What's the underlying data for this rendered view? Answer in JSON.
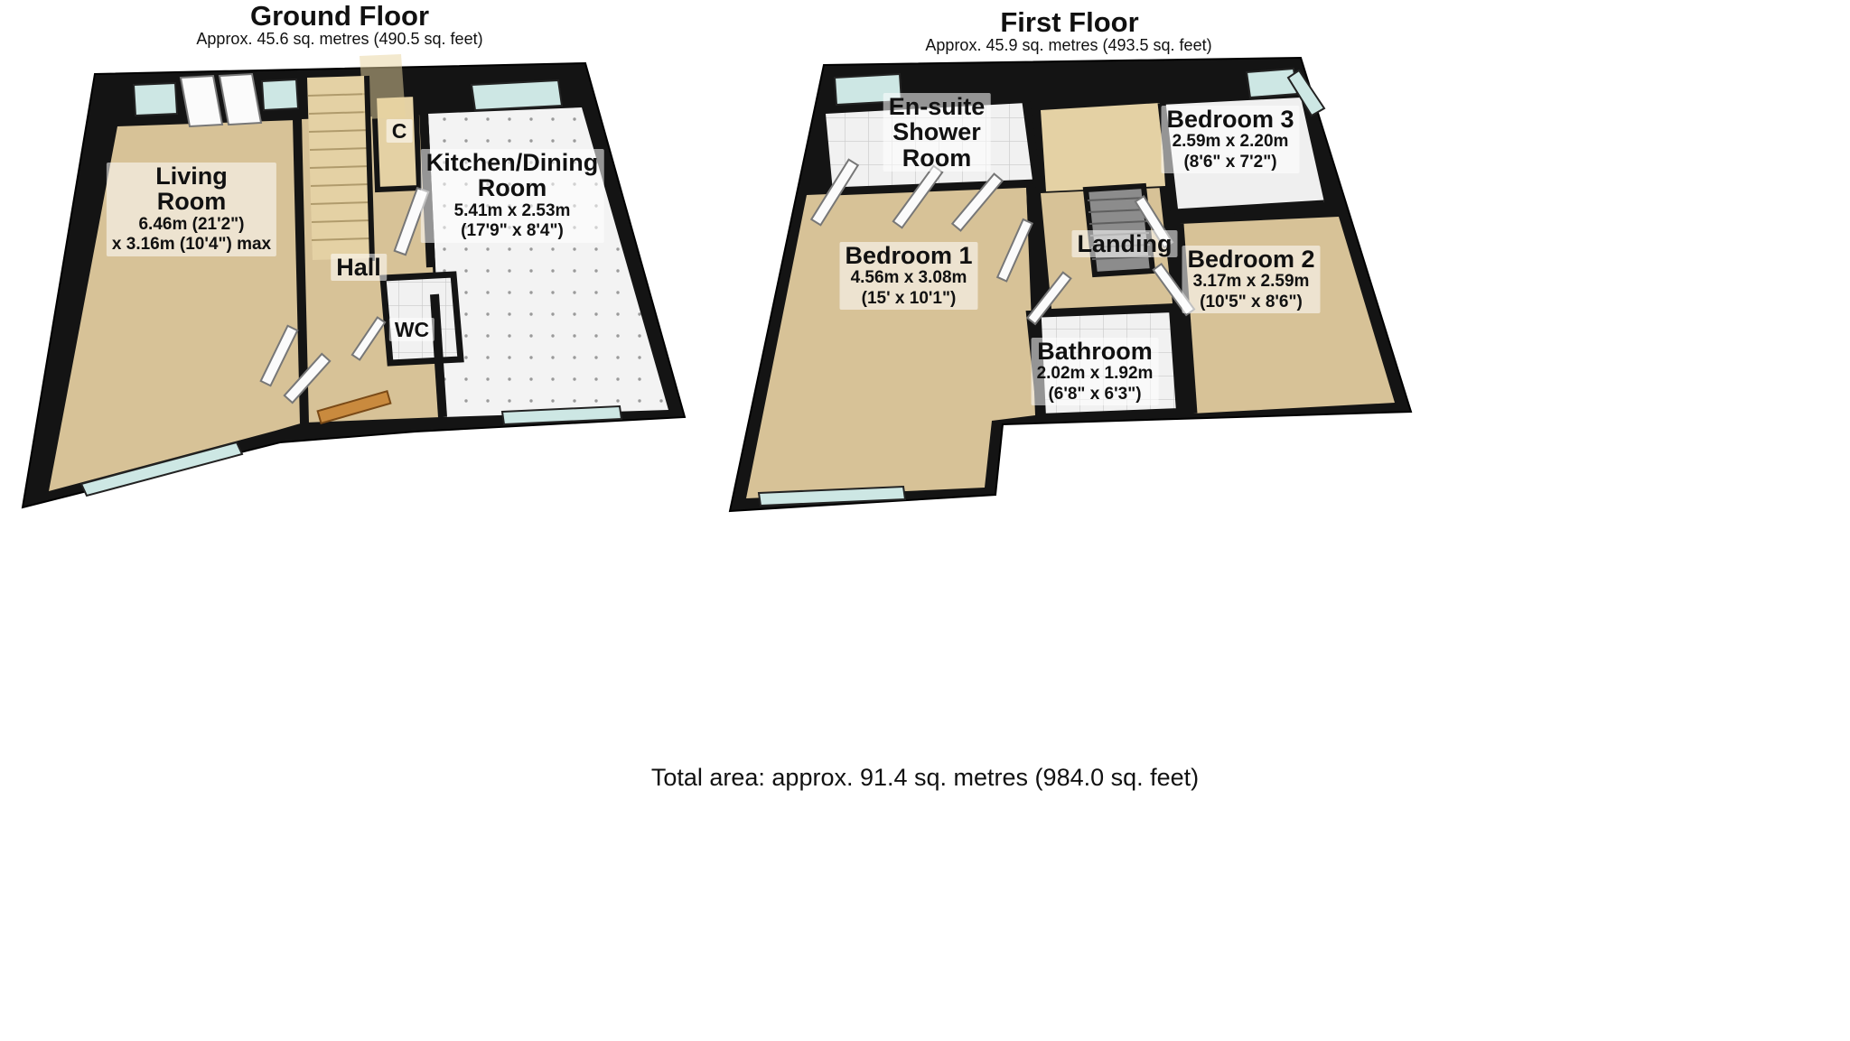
{
  "colors": {
    "wall": "#141414",
    "floor_tan": "#d7c297",
    "floor_tan_light": "#e4d1a4",
    "floor_white": "#efefef",
    "window": "#cde7e4",
    "stair_gray": "#8c8c8c",
    "door_wood": "#c98a3e"
  },
  "ground": {
    "title": "Ground Floor",
    "subtitle": "Approx. 45.6 sq. metres (490.5 sq. feet)",
    "living": {
      "line1": "Living",
      "line2": "Room",
      "dim1": "6.46m (21'2\")",
      "dim2": "x 3.16m (10'4\") max"
    },
    "cupboard": {
      "name": "C"
    },
    "kitchen": {
      "line1": "Kitchen/Dining",
      "line2": "Room",
      "dim1": "5.41m x 2.53m",
      "dim2": "(17'9\" x 8'4\")"
    },
    "hall": {
      "name": "Hall"
    },
    "wc": {
      "name": "WC"
    }
  },
  "first": {
    "title": "First Floor",
    "subtitle": "Approx. 45.9 sq. metres (493.5 sq. feet)",
    "ensuite": {
      "line1": "En-suite",
      "line2": "Shower",
      "line3": "Room"
    },
    "bedroom3": {
      "name": "Bedroom 3",
      "dim1": "2.59m x 2.20m",
      "dim2": "(8'6\" x 7'2\")"
    },
    "bedroom1": {
      "name": "Bedroom 1",
      "dim1": "4.56m x 3.08m",
      "dim2": "(15' x 10'1\")"
    },
    "landing": {
      "name": "Landing"
    },
    "bedroom2": {
      "name": "Bedroom 2",
      "dim1": "3.17m x 2.59m",
      "dim2": "(10'5\" x 8'6\")"
    },
    "bathroom": {
      "name": "Bathroom",
      "dim1": "2.02m x 1.92m",
      "dim2": "(6'8\" x 6'3\")"
    }
  },
  "footer": {
    "total_area": "Total area: approx. 91.4 sq. metres (984.0 sq. feet)"
  }
}
